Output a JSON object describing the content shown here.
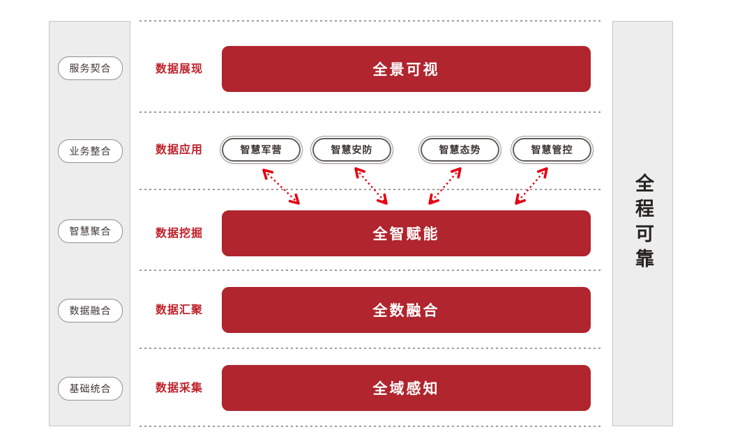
{
  "left_panel": {
    "items": [
      "服务契合",
      "业务整合",
      "智慧聚合",
      "数据融合",
      "基础统合"
    ]
  },
  "right_panel": {
    "label": "全程可靠"
  },
  "rows": [
    {
      "label": "数据展现",
      "banner": "全景可视"
    },
    {
      "label": "数据应用",
      "apps": [
        "智慧军营",
        "智慧安防",
        "智慧态势",
        "智慧管控"
      ]
    },
    {
      "label": "数据挖掘",
      "banner": "全智赋能"
    },
    {
      "label": "数据汇聚",
      "banner": "全数融合"
    },
    {
      "label": "数据采集",
      "banner": "全域感知"
    }
  ],
  "colors": {
    "banner_red": "#b0252e",
    "label_red": "#be222b",
    "arrow_red": "#e60012",
    "panel_gray": "#ededed",
    "panel_border": "#c6c6c6",
    "dash_gray": "#9b9b9b"
  }
}
